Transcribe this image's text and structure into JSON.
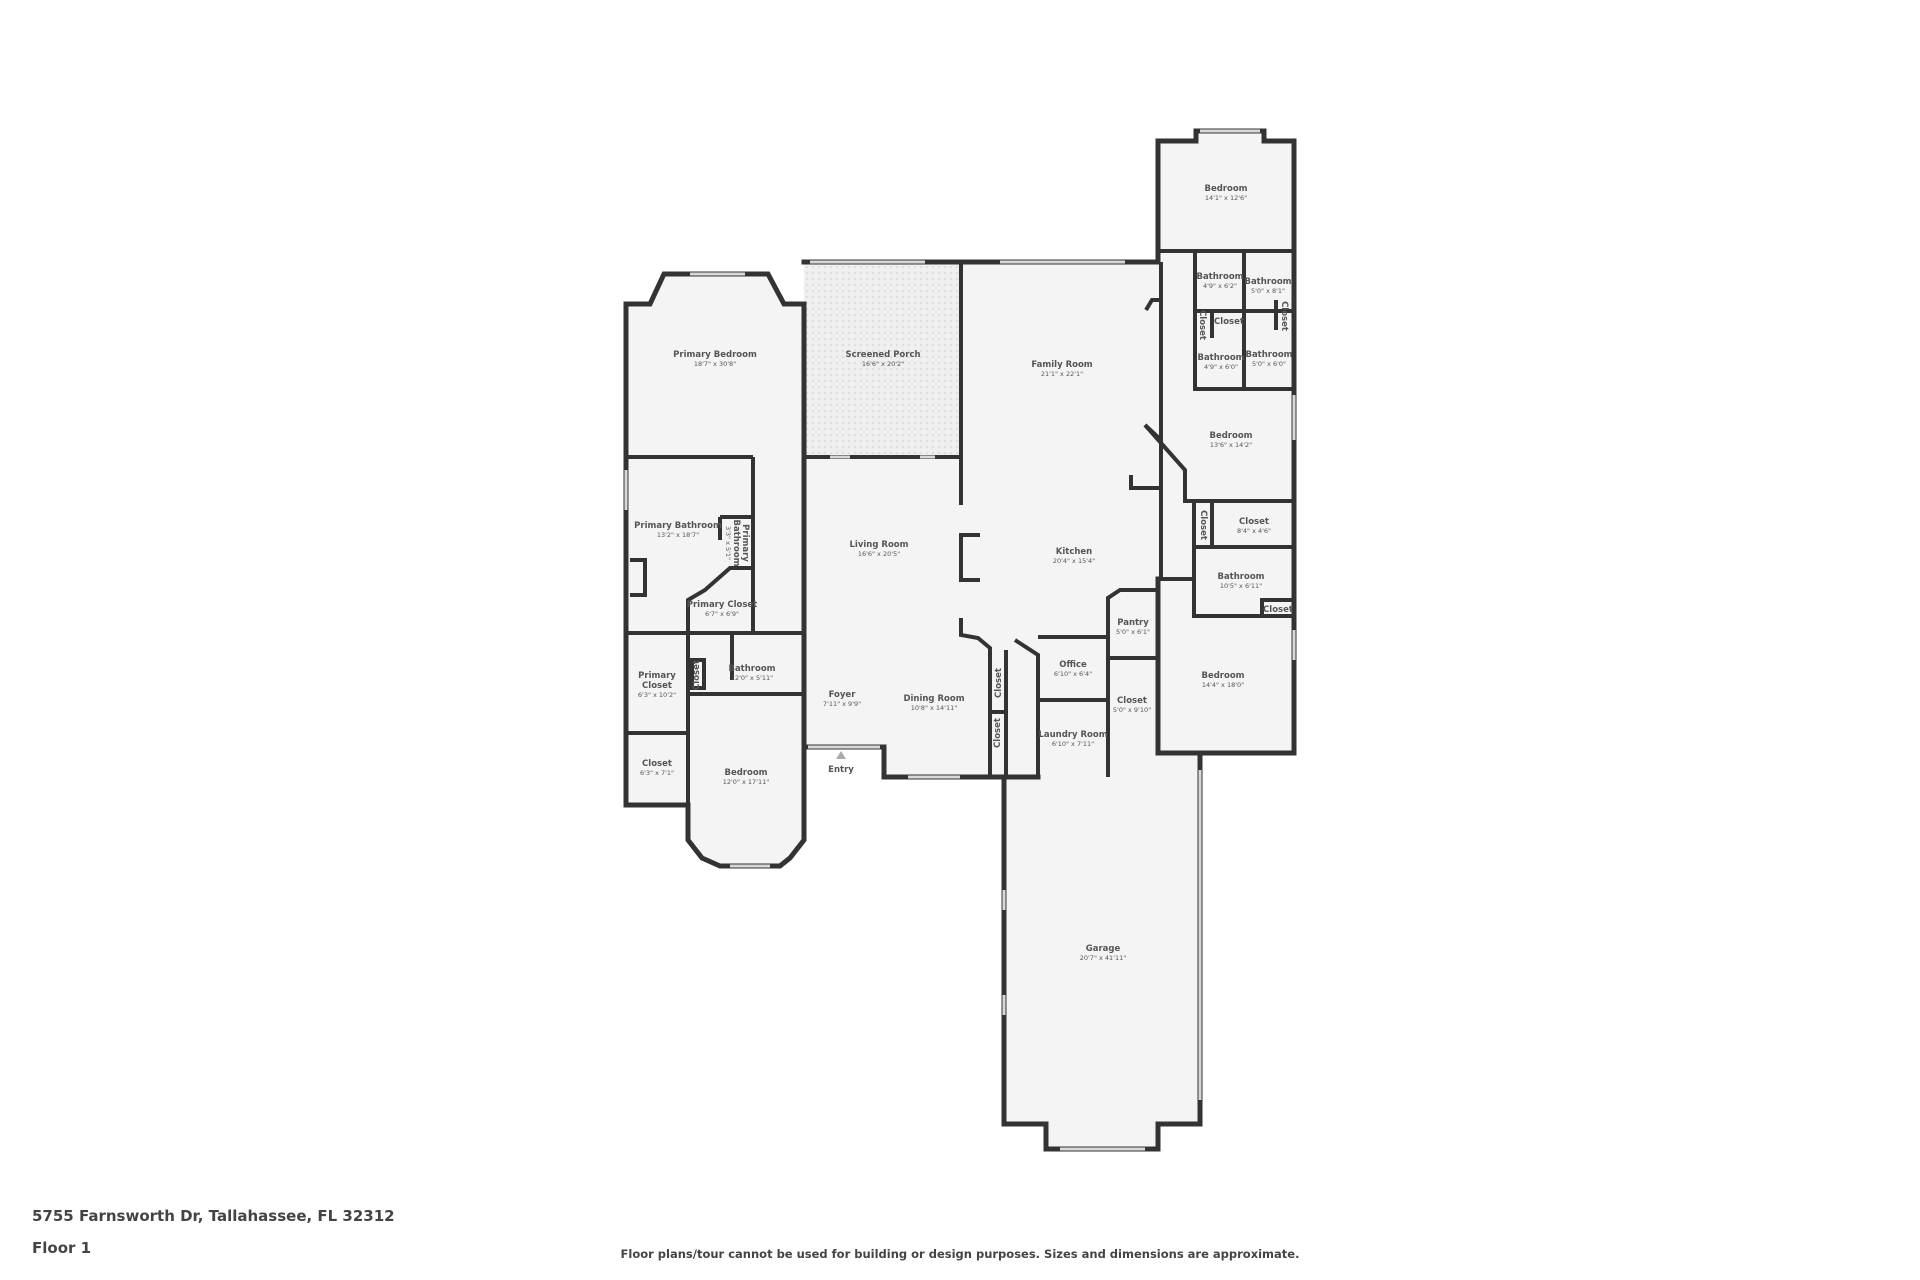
{
  "address": "5755 Farnsworth Dr, Tallahassee, FL 32312",
  "floor": "Floor 1",
  "disclaimer": "Floor plans/tour cannot be used for building or design purposes. Sizes and dimensions are approximate.",
  "colors": {
    "wall": "#333333",
    "floor": "#f4f4f4",
    "label": "#555555"
  },
  "rooms": [
    {
      "name": "Bedroom",
      "dims": "14'1\" x 12'6\""
    },
    {
      "name": "Bathroom",
      "dims": "4'9\" x 6'2\""
    },
    {
      "name": "Bathroom",
      "dims": "5'0\" x 8'1\""
    },
    {
      "name": "Closet"
    },
    {
      "name": "Closet"
    },
    {
      "name": "Closet"
    },
    {
      "name": "Bathroom",
      "dims": "4'9\" x 6'0\""
    },
    {
      "name": "Bathroom",
      "dims": "5'0\" x 6'0\""
    },
    {
      "name": "Bedroom",
      "dims": "13'6\" x 14'2\""
    },
    {
      "name": "Closet"
    },
    {
      "name": "Closet",
      "dims": "8'4\" x 4'6\""
    },
    {
      "name": "Bathroom",
      "dims": "10'5\" x 6'11\""
    },
    {
      "name": "Closet"
    },
    {
      "name": "Bedroom",
      "dims": "14'4\" x 18'0\""
    },
    {
      "name": "Primary Bedroom",
      "dims": "18'7\" x 30'8\""
    },
    {
      "name": "Screened Porch",
      "dims": "16'6\" x 20'2\""
    },
    {
      "name": "Family Room",
      "dims": "21'1\" x 22'1\""
    },
    {
      "name": "Primary Bathroom",
      "dims": "13'2\" x 18'7\""
    },
    {
      "name_line1": "Primary",
      "name_line2": "Bathroom",
      "dims": "3'3\" x 5'1\""
    },
    {
      "name": "Living Room",
      "dims": "16'6\" x 20'5\""
    },
    {
      "name": "Kitchen",
      "dims": "20'4\" x 15'4\""
    },
    {
      "name": "Primary Closet",
      "dims": "6'7\" x 6'9\""
    },
    {
      "name": "Pantry",
      "dims": "5'0\" x 6'1\""
    },
    {
      "name": "Bathroom",
      "dims": "12'0\" x 5'11\""
    },
    {
      "name": "Office",
      "dims": "6'10\" x 6'4\""
    },
    {
      "name": "Closet"
    },
    {
      "name_line1": "Primary",
      "name_line2": "Closet",
      "dims": "6'3\" x 10'2\""
    },
    {
      "name": "Foyer",
      "dims": "7'11\" x 9'9\""
    },
    {
      "name": "Dining Room",
      "dims": "10'8\" x 14'11\""
    },
    {
      "name": "Closet"
    },
    {
      "name": "Closet",
      "dims": "5'0\" x 9'10\""
    },
    {
      "name": "Closet"
    },
    {
      "name": "Laundry Room",
      "dims": "6'10\" x 7'11\""
    },
    {
      "name": "Closet",
      "dims": "6'3\" x 7'1\""
    },
    {
      "name": "Bedroom",
      "dims": "12'0\" x 17'11\""
    },
    {
      "name": "Entry"
    },
    {
      "name": "Garage",
      "dims": "20'7\" x 41'11\""
    }
  ]
}
